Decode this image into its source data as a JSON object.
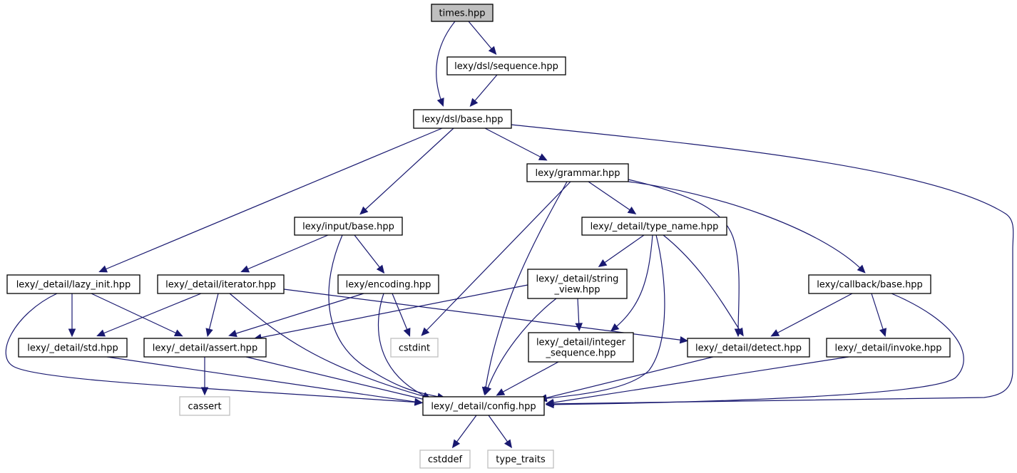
{
  "diagram": {
    "type": "include-dependency-graph",
    "colors": {
      "edge": "#191970",
      "root_fill": "#bfbfbf",
      "external_border": "#bfbfbf"
    },
    "nodes": [
      {
        "id": "times",
        "label": "times.hpp",
        "kind": "root"
      },
      {
        "id": "dsl_sequence",
        "label": "lexy/dsl/sequence.hpp",
        "kind": "file"
      },
      {
        "id": "dsl_base",
        "label": "lexy/dsl/base.hpp",
        "kind": "file"
      },
      {
        "id": "grammar",
        "label": "lexy/grammar.hpp",
        "kind": "file"
      },
      {
        "id": "input_base",
        "label": "lexy/input/base.hpp",
        "kind": "file"
      },
      {
        "id": "type_name",
        "label": "lexy/_detail/type_name.hpp",
        "kind": "file"
      },
      {
        "id": "lazy_init",
        "label": "lexy/_detail/lazy_init.hpp",
        "kind": "file"
      },
      {
        "id": "iterator",
        "label": "lexy/_detail/iterator.hpp",
        "kind": "file"
      },
      {
        "id": "encoding",
        "label": "lexy/encoding.hpp",
        "kind": "file"
      },
      {
        "id": "string_view",
        "label": [
          "lexy/_detail/string",
          "_view.hpp"
        ],
        "kind": "file"
      },
      {
        "id": "callback_base",
        "label": "lexy/callback/base.hpp",
        "kind": "file"
      },
      {
        "id": "std",
        "label": "lexy/_detail/std.hpp",
        "kind": "file"
      },
      {
        "id": "assert",
        "label": "lexy/_detail/assert.hpp",
        "kind": "file"
      },
      {
        "id": "cstdint",
        "label": "cstdint",
        "kind": "external"
      },
      {
        "id": "integer_sequence",
        "label": [
          "lexy/_detail/integer",
          "_sequence.hpp"
        ],
        "kind": "file"
      },
      {
        "id": "detect",
        "label": "lexy/_detail/detect.hpp",
        "kind": "file"
      },
      {
        "id": "invoke",
        "label": "lexy/_detail/invoke.hpp",
        "kind": "file"
      },
      {
        "id": "cassert",
        "label": "cassert",
        "kind": "external"
      },
      {
        "id": "config",
        "label": "lexy/_detail/config.hpp",
        "kind": "file"
      },
      {
        "id": "cstddef",
        "label": "cstddef",
        "kind": "external"
      },
      {
        "id": "type_traits",
        "label": "type_traits",
        "kind": "external"
      }
    ],
    "edges": [
      {
        "from": "times",
        "to": "dsl_sequence"
      },
      {
        "from": "times",
        "to": "dsl_base"
      },
      {
        "from": "dsl_sequence",
        "to": "dsl_base"
      },
      {
        "from": "dsl_base",
        "to": "grammar"
      },
      {
        "from": "dsl_base",
        "to": "input_base"
      },
      {
        "from": "dsl_base",
        "to": "lazy_init"
      },
      {
        "from": "dsl_base",
        "to": "config"
      },
      {
        "from": "grammar",
        "to": "type_name"
      },
      {
        "from": "grammar",
        "to": "cstdint"
      },
      {
        "from": "grammar",
        "to": "config"
      },
      {
        "from": "grammar",
        "to": "detect"
      },
      {
        "from": "grammar",
        "to": "callback_base"
      },
      {
        "from": "input_base",
        "to": "iterator"
      },
      {
        "from": "input_base",
        "to": "encoding"
      },
      {
        "from": "input_base",
        "to": "config"
      },
      {
        "from": "type_name",
        "to": "string_view"
      },
      {
        "from": "type_name",
        "to": "integer_sequence"
      },
      {
        "from": "type_name",
        "to": "detect"
      },
      {
        "from": "type_name",
        "to": "config"
      },
      {
        "from": "lazy_init",
        "to": "std"
      },
      {
        "from": "lazy_init",
        "to": "assert"
      },
      {
        "from": "lazy_init",
        "to": "config"
      },
      {
        "from": "iterator",
        "to": "std"
      },
      {
        "from": "iterator",
        "to": "assert"
      },
      {
        "from": "iterator",
        "to": "detect"
      },
      {
        "from": "iterator",
        "to": "config"
      },
      {
        "from": "encoding",
        "to": "assert"
      },
      {
        "from": "encoding",
        "to": "cstdint"
      },
      {
        "from": "encoding",
        "to": "config"
      },
      {
        "from": "string_view",
        "to": "assert"
      },
      {
        "from": "string_view",
        "to": "integer_sequence"
      },
      {
        "from": "string_view",
        "to": "config"
      },
      {
        "from": "callback_base",
        "to": "detect"
      },
      {
        "from": "callback_base",
        "to": "invoke"
      },
      {
        "from": "callback_base",
        "to": "config"
      },
      {
        "from": "std",
        "to": "config"
      },
      {
        "from": "assert",
        "to": "cassert"
      },
      {
        "from": "assert",
        "to": "config"
      },
      {
        "from": "integer_sequence",
        "to": "config"
      },
      {
        "from": "detect",
        "to": "config"
      },
      {
        "from": "invoke",
        "to": "config"
      },
      {
        "from": "config",
        "to": "cstddef"
      },
      {
        "from": "config",
        "to": "type_traits"
      }
    ]
  }
}
